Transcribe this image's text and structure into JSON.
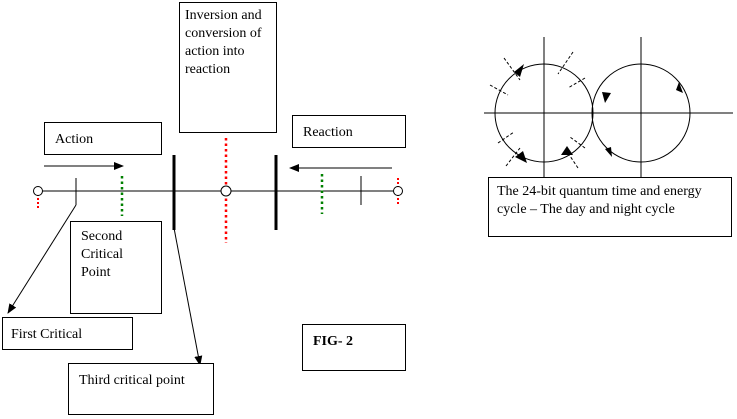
{
  "labels": {
    "inversion": "Inversion and conversion of action into reaction",
    "action": "Action",
    "reaction": "Reaction",
    "second_critical": "Second Critical Point",
    "first_critical": "First Critical",
    "third_critical": "Third critical point",
    "fig": "FIG- 2",
    "cycle_caption": "The 24-bit quantum time and energy cycle – The day and night cycle"
  },
  "colors": {
    "line": "#000000",
    "red_dotted": "#ff0000",
    "green_dotted": "#008000"
  }
}
